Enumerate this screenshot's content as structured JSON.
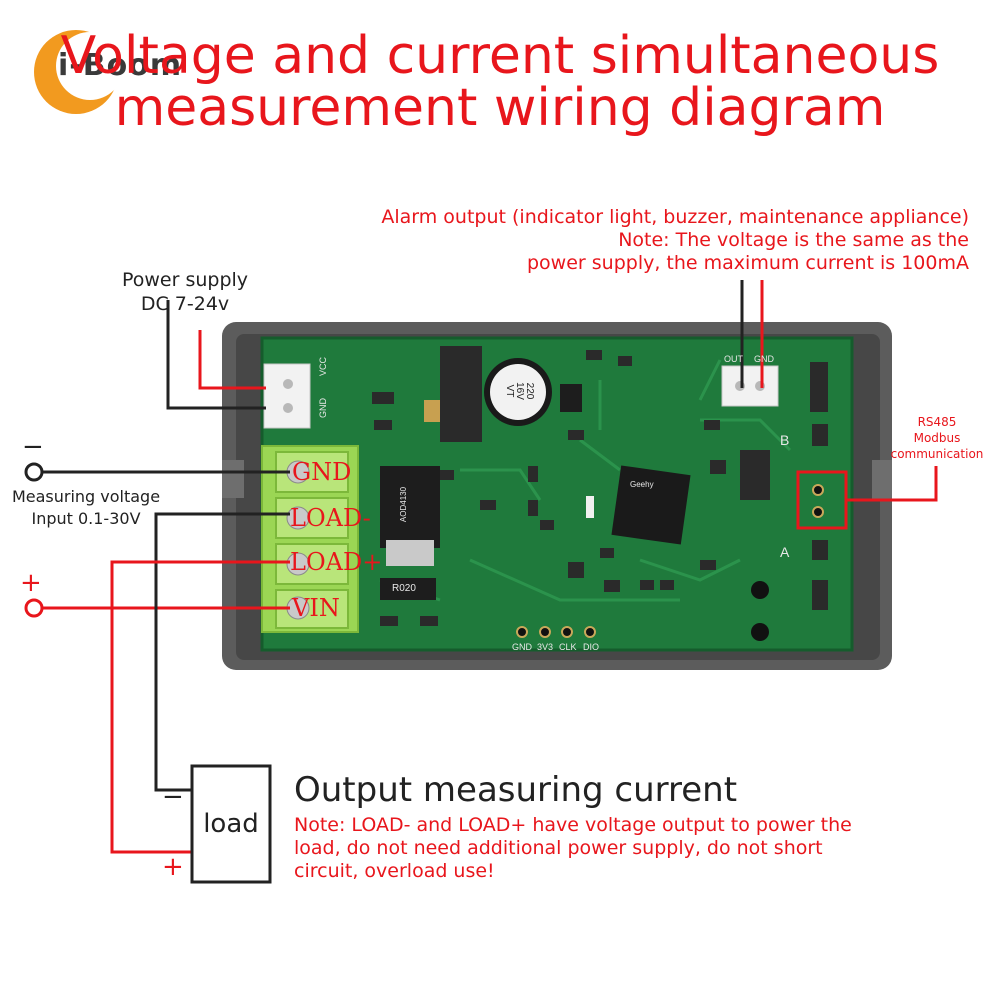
{
  "brand": {
    "name": "i-Boom"
  },
  "title": {
    "line1": "Voltage and current simultaneous",
    "line2": "measurement wiring diagram"
  },
  "alarm": {
    "line1": "Alarm output (indicator light, buzzer, maintenance appliance)",
    "line2": "Note: The voltage is the same as the",
    "line3": "power supply, the maximum current is 100mA"
  },
  "power_supply": {
    "line1": "Power supply",
    "line2": "DC 7-24v"
  },
  "rs485": {
    "line1": "RS485",
    "line2": "Modbus",
    "line3": "communication"
  },
  "measuring_voltage": {
    "line1": "Measuring voltage",
    "line2": "Input 0.1-30V"
  },
  "terminals": [
    "GND",
    "LOAD-",
    "LOAD+",
    "VIN"
  ],
  "polarity": {
    "minus": "−",
    "plus": "+"
  },
  "load": {
    "label": "load",
    "minus": "−",
    "plus": "+",
    "heading": "Output measuring current",
    "note_line1": "Note: LOAD- and LOAD+ have voltage output to power the",
    "note_line2": "load, do not need additional power supply, do not short",
    "note_line3": "circuit, overload use!"
  },
  "board": {
    "power_pins": {
      "vcc": "VCC",
      "gnd": "GND"
    },
    "alarm_pins": {
      "out": "OUT",
      "gnd": "GND"
    },
    "pin_a": "A",
    "pin_b": "B",
    "header_pins": [
      "GND",
      "3V3",
      "CLK",
      "DIO"
    ],
    "capacitor": [
      "220",
      "16V",
      "VT"
    ],
    "resistor": "R020",
    "mosfet": "AOD4130",
    "chip": "Geehy"
  },
  "colors": {
    "accent": "#e8161c",
    "pcb": "#1f7a3c",
    "terminal": "#9bd654",
    "case": "#5a5a5a"
  }
}
